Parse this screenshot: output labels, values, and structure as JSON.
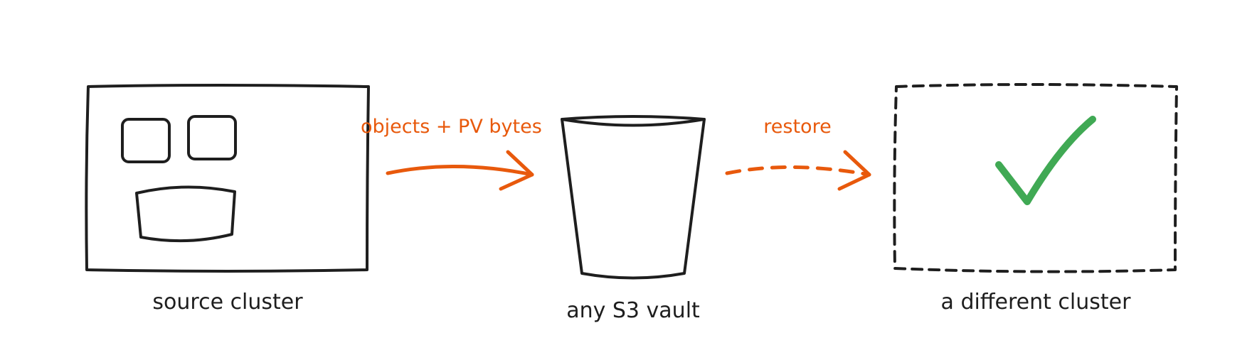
{
  "nodes": {
    "source": {
      "label": "source cluster"
    },
    "vault": {
      "label": "any S3 vault"
    },
    "target": {
      "label": "a different cluster"
    }
  },
  "edges": {
    "backup": {
      "label": "objects + PV bytes"
    },
    "restore": {
      "label": "restore"
    }
  },
  "colors": {
    "ink": "#1e1e1e",
    "accent": "#e8590c",
    "source_hatch": "#a5d8ff",
    "vault_hatch": "#ffec99",
    "target_hatch": "#b2f2bb",
    "check": "#40a954"
  }
}
